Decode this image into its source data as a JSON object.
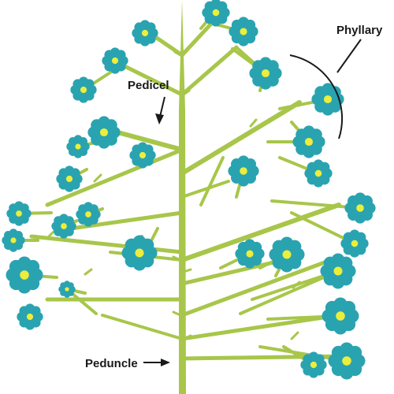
{
  "diagram": {
    "labels": {
      "pedicel": "Pedicel",
      "phyllary": "Phyllary",
      "peduncle": "Peduncle"
    },
    "colors": {
      "stem": "#a8c64a",
      "petal": "#2aa3b0",
      "petal_dark": "#1e8c98",
      "center": "#ecee3a",
      "line": "#1a1a1a",
      "background": "#ffffff"
    },
    "icons": {
      "flower": "flower-icon",
      "arrow": "arrow-icon"
    }
  }
}
